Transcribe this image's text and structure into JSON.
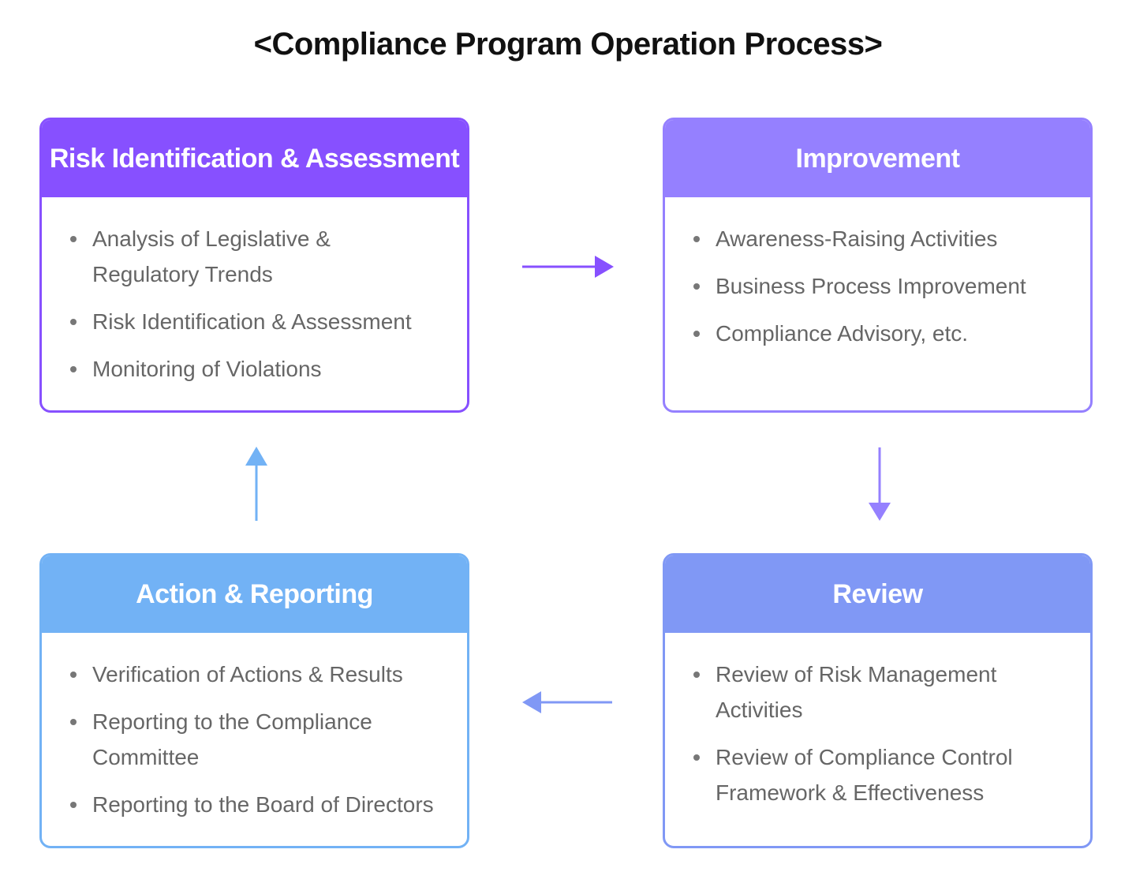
{
  "title": "<Compliance Program Operation Process>",
  "boxes": [
    {
      "heading": "Risk Identification & Assessment",
      "items": [
        "Analysis of Legislative & Regulatory Trends",
        "Risk Identification & Assessment",
        "Monitoring of Violations"
      ],
      "color": "#8750FF"
    },
    {
      "heading": "Improvement",
      "items": [
        "Awareness-Raising Activities",
        "Business Process Improvement",
        "Compliance Advisory, etc."
      ],
      "color": "#9580FF"
    },
    {
      "heading": "Review",
      "items": [
        "Review of Risk Management Activities",
        "Review of Compliance Control Framework & Effectiveness"
      ],
      "color": "#8098F5"
    },
    {
      "heading": "Action & Reporting",
      "items": [
        "Verification of Actions & Results",
        "Reporting to the Compliance Committee",
        "Reporting to the Board of Directors"
      ],
      "color": "#72B2F5"
    }
  ]
}
